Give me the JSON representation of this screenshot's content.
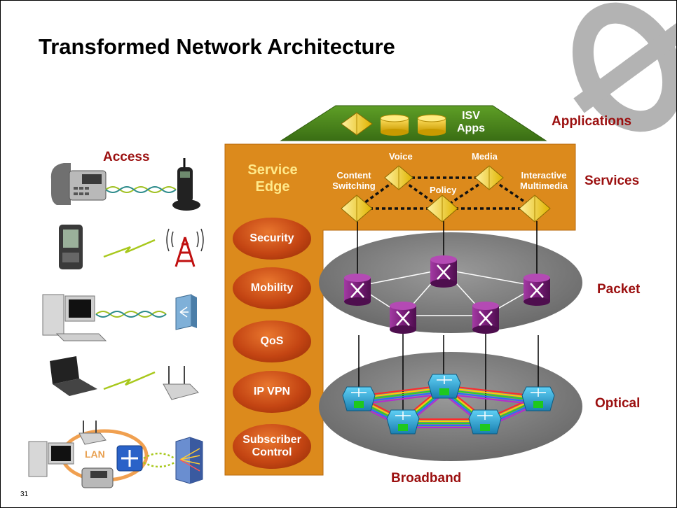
{
  "slide": {
    "title": "Transformed Network Architecture",
    "page_number": "31"
  },
  "layers": {
    "applications": "Applications",
    "services": "Services",
    "packet": "Packet",
    "optical": "Optical",
    "access": "Access",
    "broadband": "Broadband"
  },
  "applications_tier": {
    "isv_label_line1": "ISV",
    "isv_label_line2": "Apps"
  },
  "service_edge": {
    "title_line1": "Service",
    "title_line2": "Edge",
    "capabilities": [
      "Security",
      "Mobility",
      "QoS",
      "IP VPN",
      "Subscriber Control"
    ]
  },
  "services_tier": {
    "voice": "Voice",
    "media": "Media",
    "content_switching": "Content Switching",
    "policy": "Policy",
    "interactive_multimedia": "Interactive Multimedia"
  },
  "access_tier": {
    "lan_label": "LAN"
  },
  "colors": {
    "layer_label": "#9b0f0f",
    "service_edge_fill": "#dc8a1c",
    "apps_fill": "#4e8a1e",
    "capability_fill": "#c44513",
    "ring_fill": "#7f7f7f",
    "router_fill": "#7a1e7a",
    "optical_node_fill": "#2aa6d6"
  }
}
